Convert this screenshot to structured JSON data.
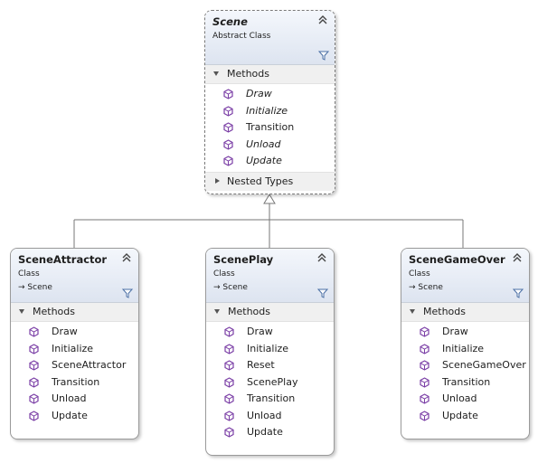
{
  "diagram": {
    "scene": {
      "name": "Scene",
      "kind": "Abstract Class",
      "methods_header": "Methods",
      "methods": [
        {
          "name": "Draw",
          "italic": true
        },
        {
          "name": "Initialize",
          "italic": true
        },
        {
          "name": "Transition",
          "italic": false
        },
        {
          "name": "Unload",
          "italic": true
        },
        {
          "name": "Update",
          "italic": true
        }
      ],
      "nested_header": "Nested Types"
    },
    "attractor": {
      "name": "SceneAttractor",
      "kind": "Class",
      "base": "Scene",
      "methods_header": "Methods",
      "methods": [
        "Draw",
        "Initialize",
        "SceneAttractor",
        "Transition",
        "Unload",
        "Update"
      ]
    },
    "play": {
      "name": "ScenePlay",
      "kind": "Class",
      "base": "Scene",
      "methods_header": "Methods",
      "methods": [
        "Draw",
        "Initialize",
        "Reset",
        "ScenePlay",
        "Transition",
        "Unload",
        "Update"
      ]
    },
    "gameover": {
      "name": "SceneGameOver",
      "kind": "Class",
      "base": "Scene",
      "methods_header": "Methods",
      "methods": [
        "Draw",
        "Initialize",
        "SceneGameOver",
        "Transition",
        "Unload",
        "Update"
      ]
    }
  }
}
